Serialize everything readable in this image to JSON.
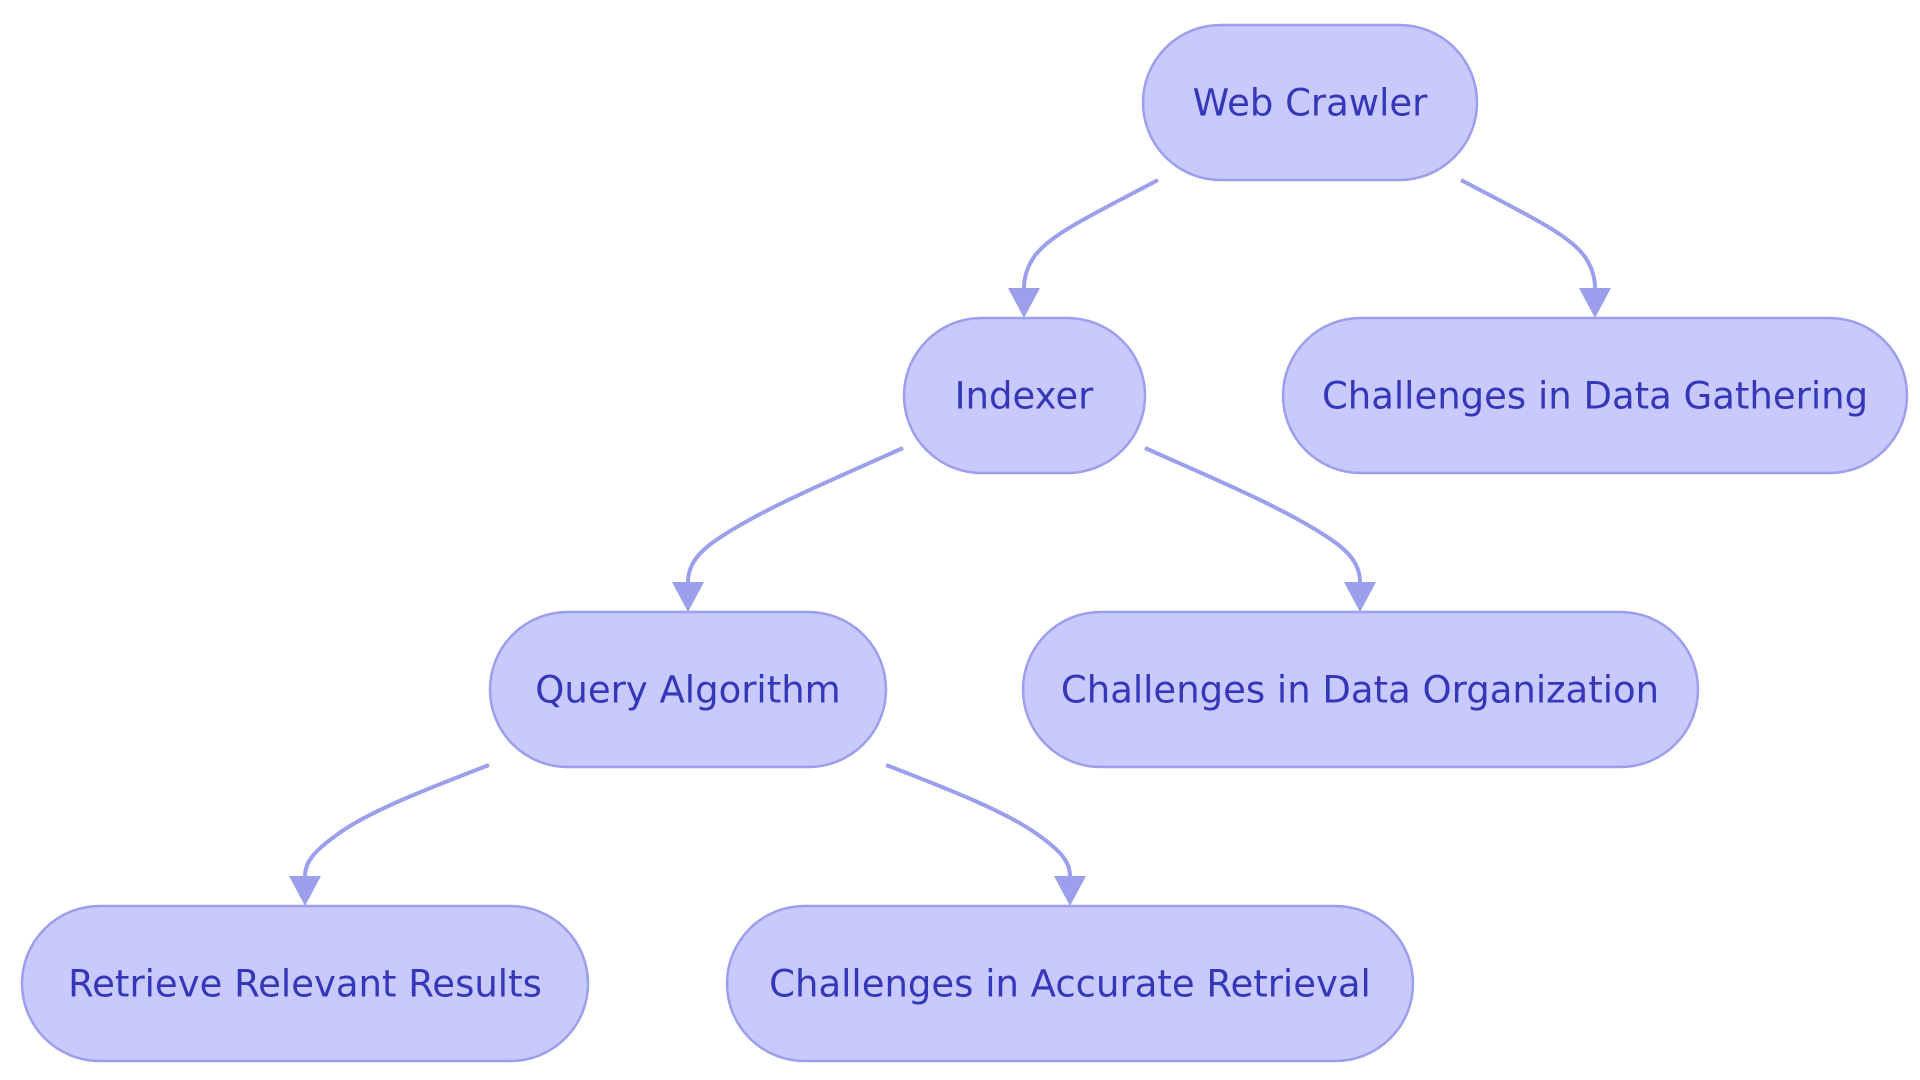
{
  "nodes": {
    "web_crawler": "Web Crawler",
    "indexer": "Indexer",
    "challenges_gathering": "Challenges in Data Gathering",
    "query_algorithm": "Query Algorithm",
    "challenges_organization": "Challenges in Data Organization",
    "retrieve_results": "Retrieve Relevant Results",
    "challenges_retrieval": "Challenges in Accurate Retrieval"
  },
  "edges": [
    {
      "from": "web_crawler",
      "to": "indexer"
    },
    {
      "from": "web_crawler",
      "to": "challenges_gathering"
    },
    {
      "from": "indexer",
      "to": "query_algorithm"
    },
    {
      "from": "indexer",
      "to": "challenges_organization"
    },
    {
      "from": "query_algorithm",
      "to": "retrieve_results"
    },
    {
      "from": "query_algorithm",
      "to": "challenges_retrieval"
    }
  ],
  "colors": {
    "node_fill": "#c8c9fd",
    "node_stroke": "#9b9fec",
    "text": "#3537b8",
    "edge": "#9b9fec"
  }
}
